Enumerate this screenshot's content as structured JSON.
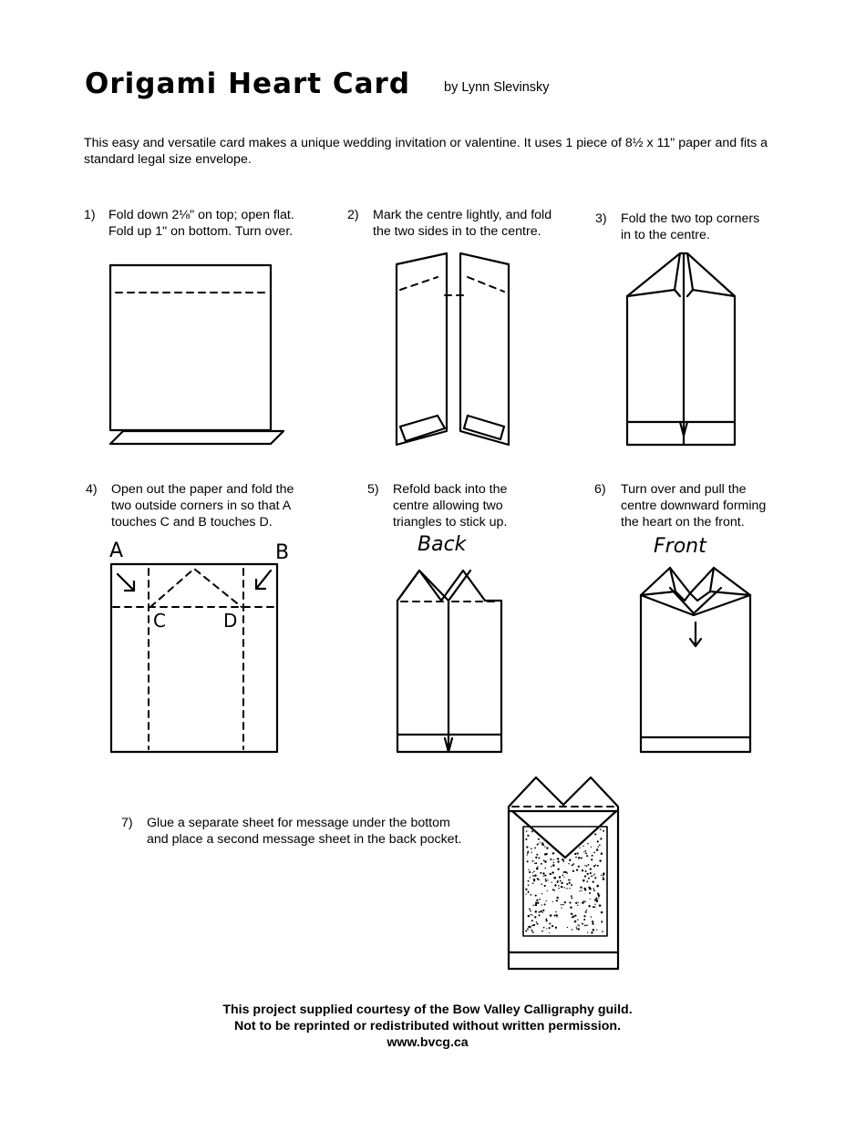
{
  "header": {
    "title": "Origami Heart Card",
    "byline": "by Lynn Slevinsky"
  },
  "intro": "This easy and versatile card makes a unique wedding invitation or valentine. It uses 1 piece of 8½ x 11\" paper and fits a standard legal size envelope.",
  "steps": [
    {
      "num": "1)",
      "line1": "Fold down 2⅛\" on top; open flat.",
      "line2": "Fold up 1\" on bottom. Turn over."
    },
    {
      "num": "2)",
      "line1": "Mark the centre lightly, and fold",
      "line2": "the two sides in to the centre."
    },
    {
      "num": "3)",
      "line1": "Fold the two top corners",
      "line2": "in to the centre."
    },
    {
      "num": "4)",
      "line1": "Open out the paper and fold the",
      "line2": "two outside corners in so that A",
      "line3": "touches C and B touches D."
    },
    {
      "num": "5)",
      "line1": "Refold back into the",
      "line2": "centre allowing two",
      "line3": "triangles to stick up."
    },
    {
      "num": "6)",
      "line1": "Turn over and pull the",
      "line2": "centre downward forming",
      "line3": "the heart on the front."
    },
    {
      "num": "7)",
      "line1": "Glue a separate sheet for message under the bottom",
      "line2": "and place a second message sheet in the back pocket."
    }
  ],
  "labels": {
    "a": "A",
    "b": "B",
    "c": "C",
    "d": "D",
    "back": "Back",
    "front": "Front"
  },
  "footer": {
    "line1": "This project supplied courtesy of the Bow Valley Calligraphy guild.",
    "line2": "Not to be reprinted or redistributed without written permission.",
    "line3": "www.bvcg.ca"
  }
}
